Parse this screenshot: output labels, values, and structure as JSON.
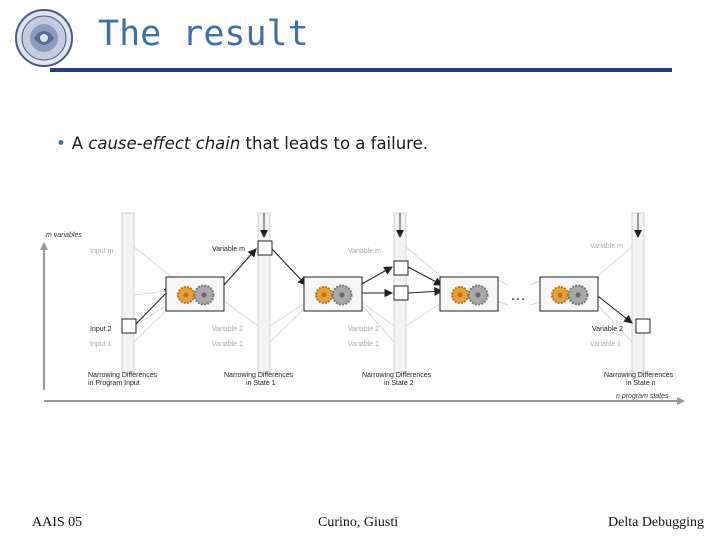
{
  "slide": {
    "title": "The result",
    "bullet": {
      "prefix": "A ",
      "emphasis": "cause-effect chain",
      "suffix": " that leads to a failure."
    }
  },
  "figure": {
    "y_axis_label": "m variables",
    "x_axis_label": "n program states",
    "labels": {
      "input_m": "Input m",
      "input_2": "Input 2",
      "input_1": "Input 1",
      "variable_m": "Variable m",
      "variable_2": "Variable 2",
      "variable_1": "Variable 1",
      "ellipsis": "…"
    },
    "captions": [
      {
        "line1": "Narrowing Differences",
        "line2": "in Program Input"
      },
      {
        "line1": "Narrowing Differences",
        "line2": "in State 1"
      },
      {
        "line1": "Narrowing Differences",
        "line2": "in State 2"
      },
      {
        "line1": "Narrowing Differences",
        "line2": "in State n"
      }
    ]
  },
  "footer": {
    "left": "AAIS 05",
    "center": "Curino, Giusti",
    "right": "Delta Debugging"
  },
  "colors": {
    "title": "#3e6fa8",
    "rule": "#2a3d78",
    "gear_orange": "#e8a13a",
    "gear_gray": "#a8a8a8"
  },
  "icons": {
    "logo": "university-seal-icon",
    "gear": "gear-icon"
  }
}
